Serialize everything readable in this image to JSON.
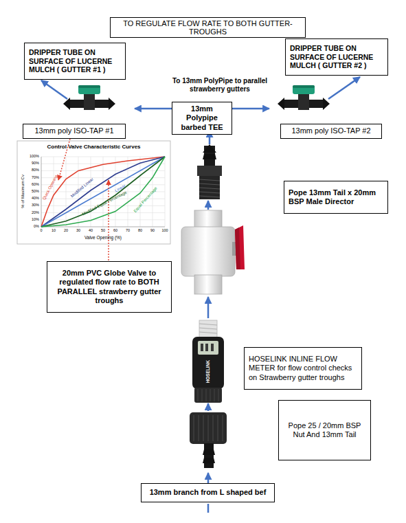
{
  "diagram": {
    "title": "TO REGULATE FLOW RATE TO BOTH GUTTER-TROUGHS",
    "nodes": [
      {
        "text": [
          "DRIPPER TUBE ON SURFACE OF LUCERNE MULCH ( GUTTER #1 )"
        ]
      },
      {
        "text": [
          "DRIPPER TUBE ON SURFACE OF LUCERNE MULCH ( GUTTER #2 )"
        ]
      },
      {
        "text": [
          "13mm Polypipe barbed TEE"
        ]
      },
      {
        "text": [
          "13mm poly ISO-TAP #1"
        ]
      },
      {
        "text": [
          "13mm poly ISO-TAP #2"
        ]
      },
      {
        "text": [
          "Pope 13mm Tail x 20mm BSP Male Director"
        ]
      },
      {
        "text": [
          "20mm PVC Globe Valve to regulated flow rate to BOTH PARALLEL strawberry gutter troughs"
        ]
      },
      {
        "text": [
          "HOSELINK INLINE FLOW METER for flow control checks on Strawberry gutter troughs"
        ]
      },
      {
        "text": [
          "Pope 25 / 20mm BSP Nut And 13mm Tail"
        ]
      },
      {
        "text": [
          "13mm branch from L shaped bef"
        ]
      }
    ],
    "labels": [
      "To 13mm PolyPipe to parallel strawberry gutters",
      "Control Valve Characteristic Curves",
      "Quick Opening",
      "Modified Linear",
      "Linear",
      "Modified Equal Percentage",
      "Equal Percentage",
      "% of Maximum Cv",
      "Valve Opening (%)",
      "100%",
      "90%",
      "80%",
      "70%",
      "60%",
      "50%",
      "40%",
      "30%",
      "20%",
      "10%",
      "0%",
      "0",
      "10",
      "20",
      "30",
      "40",
      "50",
      "60",
      "70",
      "80",
      "90",
      "100",
      "HOSELINK"
    ]
  }
}
